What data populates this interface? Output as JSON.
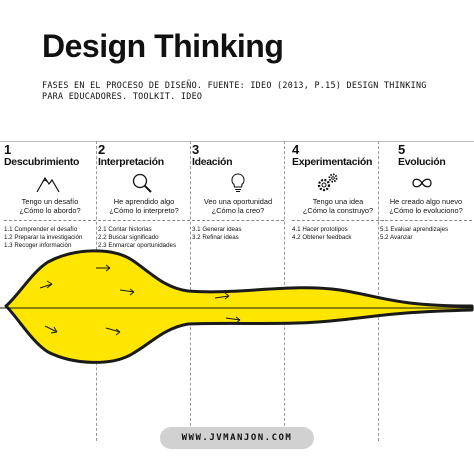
{
  "header": {
    "title": "Design Thinking",
    "subtitle": "FASES EN EL PROCESO DE DISEÑO. FUENTE: IDEO (2013, P.15) DESIGN THINKING PARA EDUCADORES. TOOLKIT. IDEO"
  },
  "phases": [
    {
      "number": "1",
      "name": "Descubrimiento",
      "icon": "mountain-icon",
      "question1": "Tengo un desafío",
      "question2": "¿Cómo lo abordo?",
      "steps": [
        "1.1 Comprender el desafío",
        "1.2 Preparar la investigación",
        "1.3 Recoger información"
      ]
    },
    {
      "number": "2",
      "name": "Interpretación",
      "icon": "magnifier-icon",
      "question1": "He aprendido algo",
      "question2": "¿Cómo lo interpreto?",
      "steps": [
        "2.1 Contar historias",
        "2.2 Buscar significado",
        "2.3 Enmarcar oportunidades"
      ]
    },
    {
      "number": "3",
      "name": "Ideación",
      "icon": "lightbulb-icon",
      "question1": "Veo una oportunidad",
      "question2": "¿Cómo la creo?",
      "steps": [
        "3.1 Generar ideas",
        "3.2 Refinar ideas"
      ]
    },
    {
      "number": "4",
      "name": "Experimentación",
      "icon": "gears-icon",
      "question1": "Tengo una idea",
      "question2": "¿Cómo la construyo?",
      "steps": [
        "4.1 Hacer prototipos",
        "4.2 Obtener feedback"
      ]
    },
    {
      "number": "5",
      "name": "Evolución",
      "icon": "infinity-icon",
      "question1": "He creado algo nuevo",
      "question2": "¿Cómo lo evoluciono?",
      "steps": [
        "5.1 Evaluar aprendizajes",
        "5.2 Avanzar"
      ]
    }
  ],
  "colors": {
    "river_fill": "#ffe600",
    "river_stroke": "#1a1a1a",
    "pill_bg": "#d1d1d1"
  },
  "footer": {
    "website": "WWW.JVMANJON.COM"
  }
}
